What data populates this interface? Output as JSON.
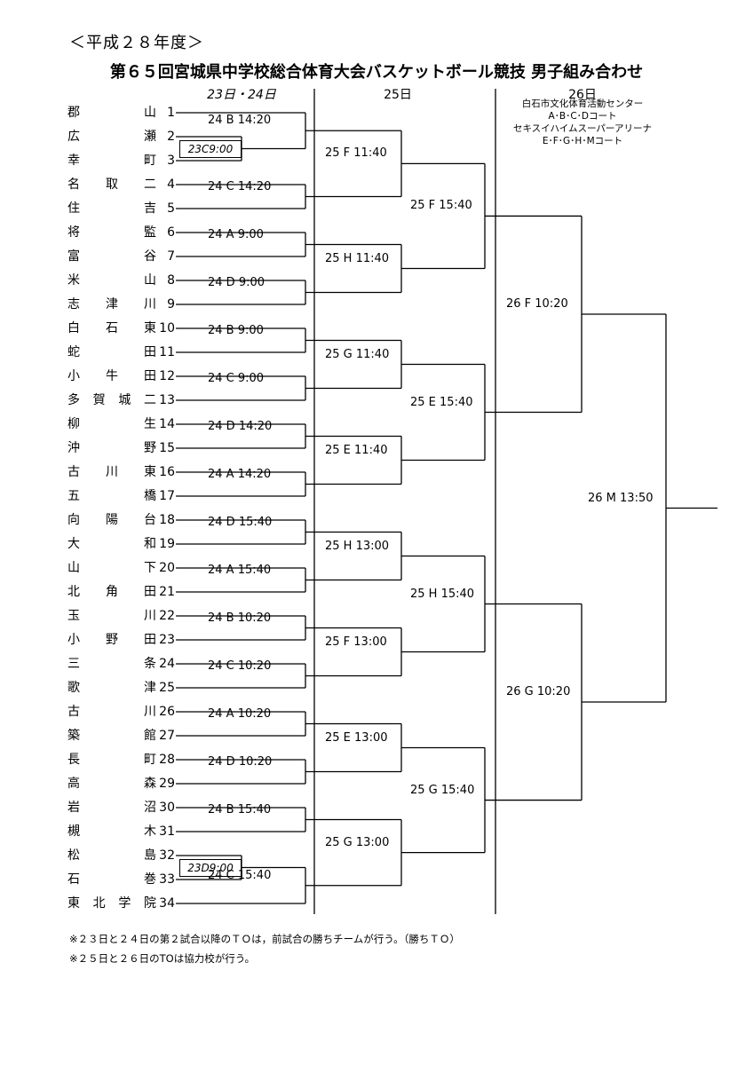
{
  "header": {
    "era": "＜平成２８年度＞",
    "title": "第６５回宮城県中学校総合体育大会バスケットボール競技 男子組み合わせ"
  },
  "columns": {
    "round1": "23日・24日",
    "round3": "25日",
    "round4": "26日"
  },
  "venue": [
    "白石市文化体育活動センター",
    "A･B･C･Dコート",
    "セキスイハイムスーパーアリーナ",
    "E･F･G･H･Mコート"
  ],
  "teams": [
    {
      "seed": "1",
      "name": "郡山"
    },
    {
      "seed": "2",
      "name": "広瀬"
    },
    {
      "seed": "3",
      "name": "幸町"
    },
    {
      "seed": "4",
      "name": "名取二"
    },
    {
      "seed": "5",
      "name": "住吉"
    },
    {
      "seed": "6",
      "name": "将監"
    },
    {
      "seed": "7",
      "name": "富谷"
    },
    {
      "seed": "8",
      "name": "米山"
    },
    {
      "seed": "9",
      "name": "志津川"
    },
    {
      "seed": "10",
      "name": "白石東"
    },
    {
      "seed": "11",
      "name": "蛇田"
    },
    {
      "seed": "12",
      "name": "小牛田"
    },
    {
      "seed": "13",
      "name": "多賀城二"
    },
    {
      "seed": "14",
      "name": "柳生"
    },
    {
      "seed": "15",
      "name": "沖野"
    },
    {
      "seed": "16",
      "name": "古川東"
    },
    {
      "seed": "17",
      "name": "五橋"
    },
    {
      "seed": "18",
      "name": "向陽台"
    },
    {
      "seed": "19",
      "name": "大和"
    },
    {
      "seed": "20",
      "name": "山下"
    },
    {
      "seed": "21",
      "name": "北角田"
    },
    {
      "seed": "22",
      "name": "玉川"
    },
    {
      "seed": "23",
      "name": "小野田"
    },
    {
      "seed": "24",
      "name": "三条"
    },
    {
      "seed": "25",
      "name": "歌津"
    },
    {
      "seed": "26",
      "name": "古川"
    },
    {
      "seed": "27",
      "name": "築館"
    },
    {
      "seed": "28",
      "name": "長町"
    },
    {
      "seed": "29",
      "name": "高森"
    },
    {
      "seed": "30",
      "name": "岩沼"
    },
    {
      "seed": "31",
      "name": "槻木"
    },
    {
      "seed": "32",
      "name": "松島"
    },
    {
      "seed": "33",
      "name": "石巻"
    },
    {
      "seed": "34",
      "name": "東北学院"
    }
  ],
  "prelim": [
    "23C9:00",
    "23D9:00"
  ],
  "round1": [
    "24 B 14:20",
    "24 C 14:20",
    "24 A 9:00",
    "24 D 9:00",
    "24 B 9:00",
    "24 C 9:00",
    "24 D 14:20",
    "24 A 14:20",
    "24 D 15:40",
    "24 A 15:40",
    "24 B 10:20",
    "24 C 10:20",
    "24 A 10:20",
    "24 D 10:20",
    "24 B 15:40",
    "24 C 15:40"
  ],
  "round2": [
    "25 F 11:40",
    "25 H 11:40",
    "25 G 11:40",
    "25 E 11:40",
    "25 H 13:00",
    "25 F 13:00",
    "25 E 13:00",
    "25 G 13:00"
  ],
  "round3": [
    "25 F 15:40",
    "25 E 15:40",
    "25 H 15:40",
    "25 G 15:40"
  ],
  "round4": [
    "26 F 10:20",
    "26 G 10:20"
  ],
  "final": "26 M 13:50",
  "notes": [
    "※２３日と２４日の第２試合以降のＴＯは，前試合の勝ちチームが行う。（勝ちＴＯ）",
    "※２５日と２６日のTOは協力校が行う。"
  ]
}
